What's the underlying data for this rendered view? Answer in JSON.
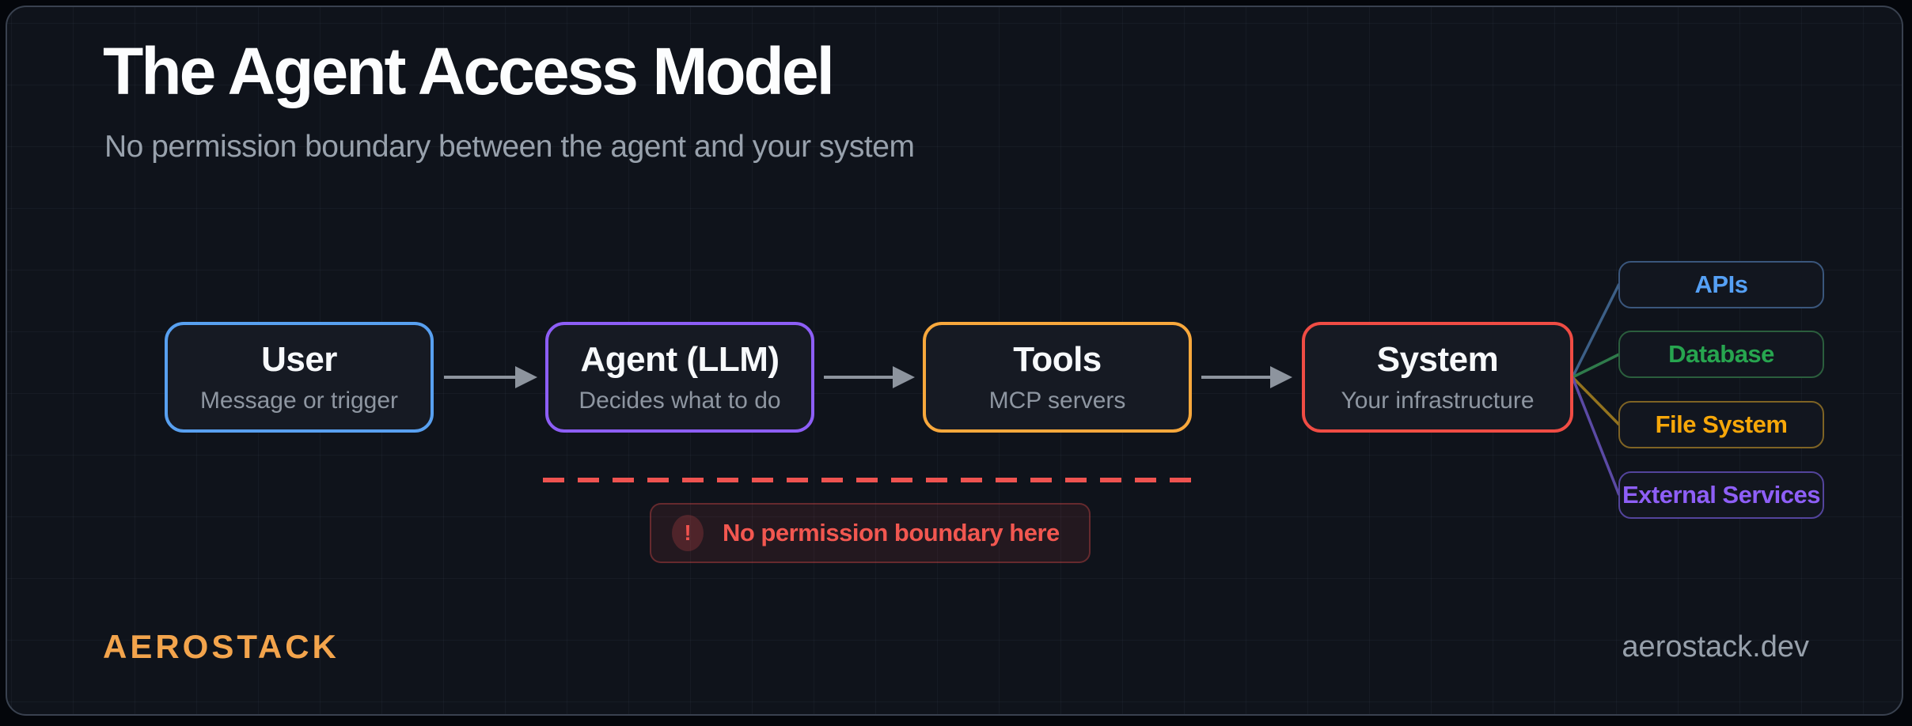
{
  "header": {
    "title": "The Agent Access Model",
    "subtitle": "No permission boundary between the agent and your system"
  },
  "flow": {
    "nodes": [
      {
        "title": "User",
        "subtitle": "Message or trigger",
        "accent": "#58a0f0"
      },
      {
        "title": "Agent (LLM)",
        "subtitle": "Decides what to do",
        "accent": "#8d5ef6"
      },
      {
        "title": "Tools",
        "subtitle": "MCP servers",
        "accent": "#f8a83c"
      },
      {
        "title": "System",
        "subtitle": "Your infrastructure",
        "accent": "#f04c44"
      }
    ],
    "edges": [
      {
        "from": "User",
        "to": "Agent (LLM)"
      },
      {
        "from": "Agent (LLM)",
        "to": "Tools"
      },
      {
        "from": "Tools",
        "to": "System"
      },
      {
        "from": "System",
        "to": "APIs"
      },
      {
        "from": "System",
        "to": "Database"
      },
      {
        "from": "System",
        "to": "File System"
      },
      {
        "from": "System",
        "to": "External Services"
      }
    ]
  },
  "targets": [
    {
      "label": "APIs",
      "color": "#55a0f5",
      "border": "#3a567c"
    },
    {
      "label": "Database",
      "color": "#27a54f",
      "border": "#2b5e3d"
    },
    {
      "label": "File System",
      "color": "#f7a709",
      "border": "#7e6324"
    },
    {
      "label": "External Services",
      "color": "#8e5ff7",
      "border": "#53449c"
    }
  ],
  "warning": {
    "icon_glyph": "!",
    "label": "No permission boundary here",
    "color": "#f25750"
  },
  "footer": {
    "brand": "AEROSTACK",
    "url": "aerostack.dev",
    "brand_color": "#f3a44c"
  }
}
